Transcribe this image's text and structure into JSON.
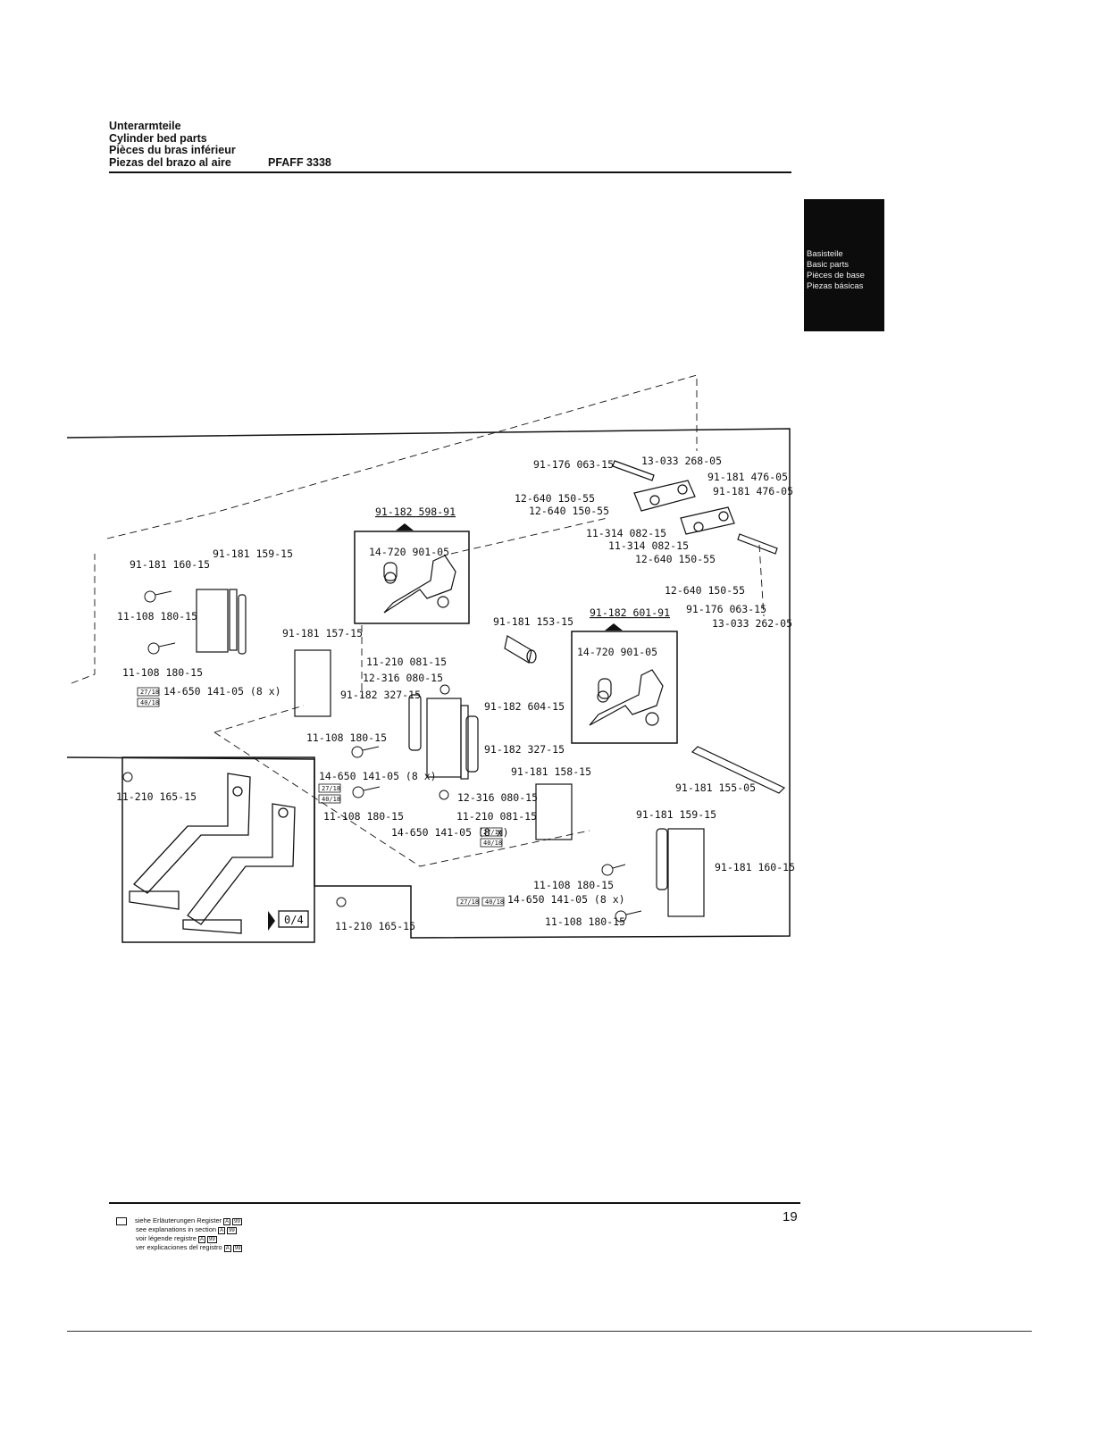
{
  "header": {
    "line1": "Unterarmteile",
    "line2": "Cylinder bed parts",
    "line3": "Pièces du bras inférieur",
    "line4": "Piezas del brazo al aire",
    "model": "PFAFF 3338"
  },
  "section_tab": {
    "de": "Basisteile",
    "en": "Basic parts",
    "fr": "Pièces de base",
    "es": "Piezas básicas"
  },
  "diagram": {
    "labels": [
      "13-033 268-05",
      "91-176 063-15",
      "91-181 476-05",
      "91-181 476-05",
      "12-640 150-55",
      "12-640 150-55",
      "91-182 598-91",
      "11-314 082-15",
      "11-314 082-15",
      "12-640 150-55",
      "12-640 150-55",
      "91-176 063-15",
      "13-033 262-05",
      "91-181 160-15",
      "91-181 159-15",
      "14-720 901-05",
      "11-108 180-15",
      "91-181 157-15",
      "91-181 153-15",
      "91-182 601-91",
      "11-108 180-15",
      "14-720 901-05",
      "11-210 081-15",
      "12-316 080-15",
      "14-650 141-05 (8 x)",
      "91-182 327-15",
      "91-182 604-15",
      "11-108 180-15",
      "91-182 327-15",
      "14-650 141-05 (8 x)",
      "91-181 158-15",
      "11-210 165-15",
      "91-181 155-05",
      "12-316 080-15",
      "11-108 180-15",
      "11-210 081-15",
      "14-650 141-05 (8 x)",
      "91-181 159-15",
      "91-181 160-15",
      "11-108 180-15",
      "14-650 141-05 (8 x)",
      "11-108 180-15",
      "11-210 165-15"
    ],
    "codes": [
      "27/18",
      "40/18"
    ],
    "ref_box": "0/4"
  },
  "legend": {
    "line1": "siehe Erläuterungen Register",
    "line2": "see explanations in section",
    "line3": "voir légende registre",
    "line4": "ver explicaciones del registro",
    "tag_a": "A",
    "tag_b": "99"
  },
  "page_number": "19"
}
